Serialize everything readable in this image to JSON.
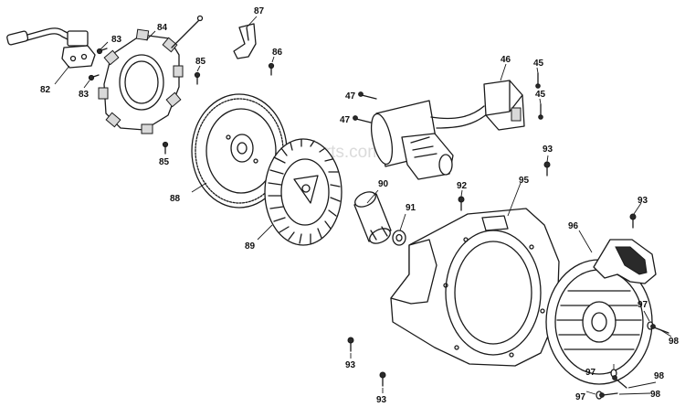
{
  "watermark": "eReplacementParts.com",
  "callouts": {
    "c82": "82",
    "c83a": "83",
    "c83b": "83",
    "c84": "84",
    "c85a": "85",
    "c85b": "85",
    "c86": "86",
    "c87": "87",
    "c88": "88",
    "c89": "89",
    "c90": "90",
    "c91": "91",
    "c92": "92",
    "c93a": "93",
    "c93b": "93",
    "c93c": "93",
    "c93d": "93",
    "c95": "95",
    "c96": "96",
    "c97a": "97",
    "c97b": "97",
    "c97c": "97",
    "c98a": "98",
    "c98b": "98",
    "c98c": "98",
    "c45a": "45",
    "c45b": "45",
    "c46": "46",
    "c47a": "47",
    "c47b": "47"
  }
}
